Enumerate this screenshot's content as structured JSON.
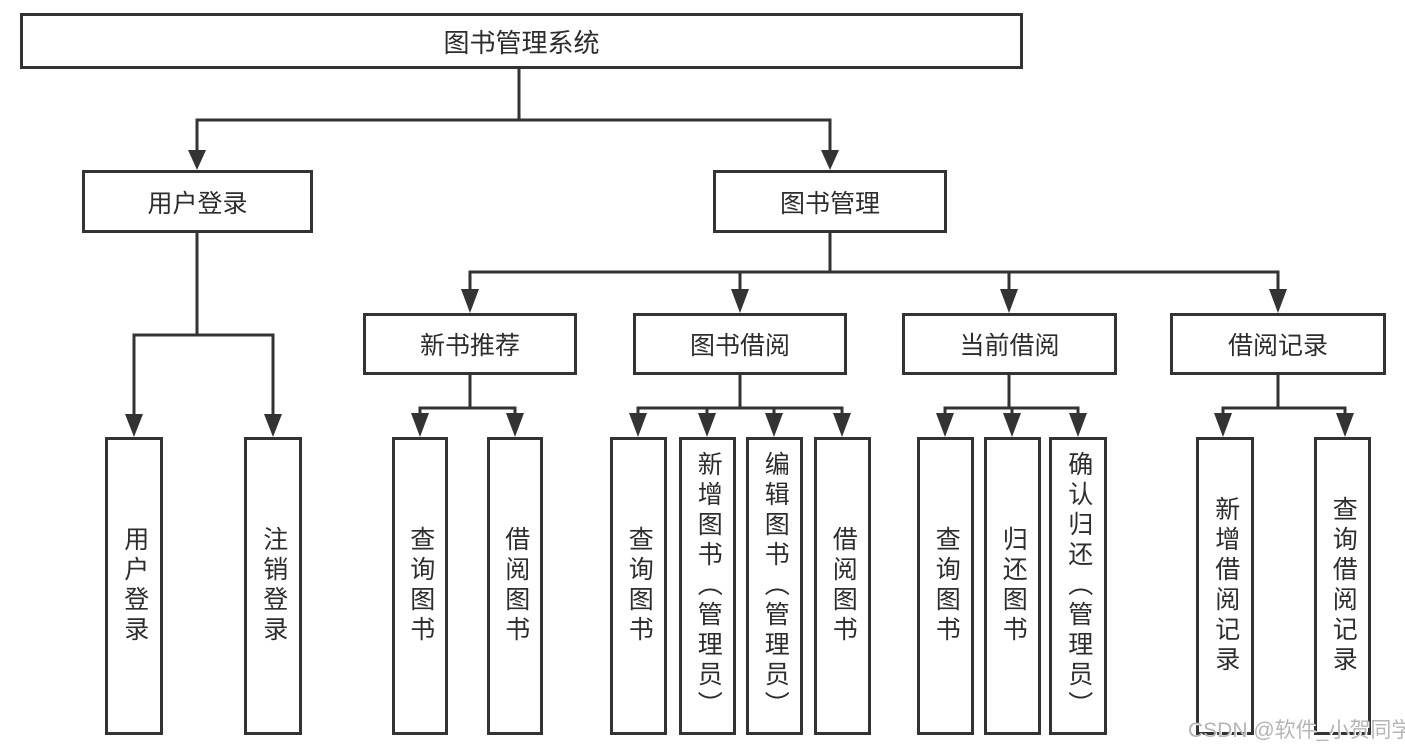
{
  "diagram": {
    "root": {
      "label": "图书管理系统"
    },
    "level2": [
      {
        "label": "用户登录"
      },
      {
        "label": "图书管理"
      }
    ],
    "level3": [
      {
        "label": "新书推荐"
      },
      {
        "label": "图书借阅"
      },
      {
        "label": "当前借阅"
      },
      {
        "label": "借阅记录"
      }
    ],
    "level4": [
      {
        "label": "用户登录"
      },
      {
        "label": "注销登录"
      },
      {
        "label": "查询图书"
      },
      {
        "label": "借阅图书"
      },
      {
        "label": "查询图书"
      },
      {
        "label": "新增图书（管理员）"
      },
      {
        "label": "编辑图书（管理员）"
      },
      {
        "label": "借阅图书"
      },
      {
        "label": "查询图书"
      },
      {
        "label": "归还图书"
      },
      {
        "label": "确认归还（管理员）"
      },
      {
        "label": "新增借阅记录"
      },
      {
        "label": "查询借阅记录"
      }
    ]
  },
  "watermark": "CSDN @软件_小贺同学",
  "colors": {
    "line": "#333333",
    "box_border": "#333333",
    "box_background": "#ffffff",
    "text": "#2d2d2d",
    "watermark": "#b5b5b5"
  }
}
